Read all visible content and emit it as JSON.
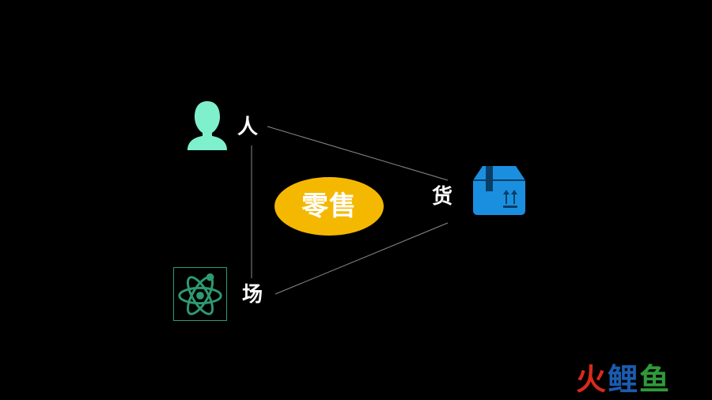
{
  "nodes": {
    "ren": {
      "label": "人"
    },
    "huo": {
      "label": "货"
    },
    "chang": {
      "label": "场"
    }
  },
  "center": {
    "label": "零售"
  },
  "logo": {
    "chars": [
      "火",
      "鲤",
      "鱼"
    ]
  },
  "icons": {
    "person": "person-icon",
    "box": "package-box-icon",
    "atom": "atom-icon"
  },
  "colors": {
    "background": "#000000",
    "person": "#7ff0cc",
    "box": "#1a8fe0",
    "atom": "#2f9a72",
    "ellipse": "#f5b800",
    "line": "#8a8a8a",
    "logo_red": "#d92a1c",
    "logo_blue": "#1a5cb0",
    "logo_green": "#2f9a3a"
  }
}
